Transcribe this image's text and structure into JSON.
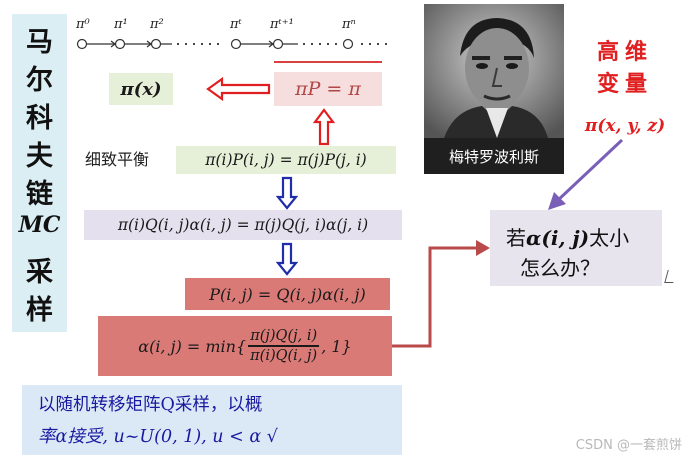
{
  "sidebar": {
    "chars": [
      "马",
      "尔",
      "科",
      "夫",
      "链",
      "MC",
      "采",
      "样"
    ]
  },
  "chain": {
    "states": [
      "π⁰",
      "π¹",
      "π²",
      "πᵗ",
      "πᵗ⁺¹",
      "πⁿ"
    ]
  },
  "formulas": {
    "pi_x": "π(x)",
    "stationary": "πP = π",
    "detailed_balance_label": "细致平衡",
    "detailed_balance": "π(i)P(i, j) = π(j)P(j, i)",
    "qalpha_balance": "π(i)Q(i, j)α(i, j) = π(j)Q(j, i)α(j, i)",
    "p_def": "P(i, j) = Q(i, j)α(i, j)",
    "alpha_lhs": "α(i, j) = min{",
    "alpha_num": "π(j)Q(j, i)",
    "alpha_den": "π(i)Q(i, j)",
    "alpha_tail": ", 1}"
  },
  "photo": {
    "caption": "梅特罗波利斯"
  },
  "high_dim": {
    "line1": "高维",
    "line2": "变量",
    "math": "π(x, y, z)"
  },
  "question": {
    "line1_pre": "若",
    "line1_math": "α(i, j)",
    "line1_post": "太小",
    "line2": "怎么办？"
  },
  "bottom_note": {
    "line1": "以随机转移矩阵Q采样，以概",
    "line2": "率α接受, u~U(0, 1), u < α √"
  },
  "watermark": "CSDN @一套煎饼",
  "colors": {
    "red_arrow": "#e02020",
    "blue_arrow": "#1f2ea8",
    "purple_arrow": "#7a5fb8",
    "crimson_connector": "#b84a4a"
  }
}
